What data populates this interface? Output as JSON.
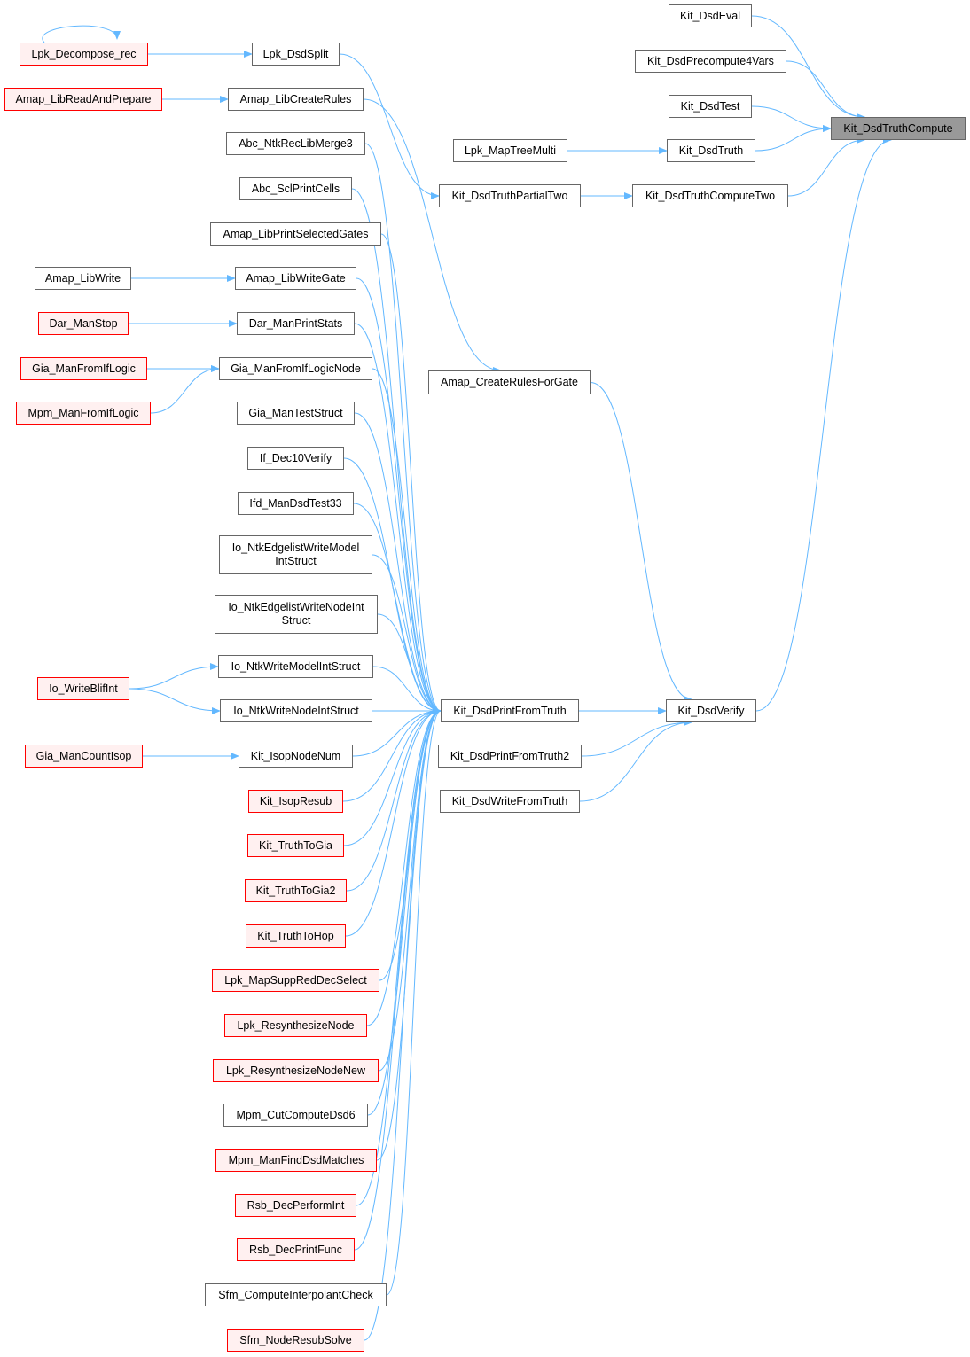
{
  "graph": {
    "title": "Kit_DsdTruthCompute",
    "edge_color": "#63b8ff",
    "nodes": [
      {
        "id": "Kit_DsdTruthCompute",
        "label": "Kit_DsdTruthCompute",
        "kind": "focus"
      },
      {
        "id": "Kit_DsdEval",
        "label": "Kit_DsdEval",
        "kind": "normal"
      },
      {
        "id": "Kit_DsdPrecompute4Vars",
        "label": "Kit_DsdPrecompute4Vars",
        "kind": "normal"
      },
      {
        "id": "Kit_DsdTest",
        "label": "Kit_DsdTest",
        "kind": "normal"
      },
      {
        "id": "Kit_DsdTruth",
        "label": "Kit_DsdTruth",
        "kind": "normal"
      },
      {
        "id": "Lpk_MapTreeMulti",
        "label": "Lpk_MapTreeMulti",
        "kind": "normal"
      },
      {
        "id": "Kit_DsdTruthComputeTwo",
        "label": "Kit_DsdTruthComputeTwo",
        "kind": "normal"
      },
      {
        "id": "Kit_DsdTruthPartialTwo",
        "label": "Kit_DsdTruthPartialTwo",
        "kind": "normal"
      },
      {
        "id": "Amap_CreateRulesForGate",
        "label": "Amap_CreateRulesForGate",
        "kind": "normal"
      },
      {
        "id": "Kit_DsdVerify",
        "label": "Kit_DsdVerify",
        "kind": "normal"
      },
      {
        "id": "Kit_DsdPrintFromTruth",
        "label": "Kit_DsdPrintFromTruth",
        "kind": "normal"
      },
      {
        "id": "Kit_DsdPrintFromTruth2",
        "label": "Kit_DsdPrintFromTruth2",
        "kind": "normal"
      },
      {
        "id": "Kit_DsdWriteFromTruth",
        "label": "Kit_DsdWriteFromTruth",
        "kind": "normal"
      },
      {
        "id": "Lpk_DsdSplit",
        "label": "Lpk_DsdSplit",
        "kind": "normal"
      },
      {
        "id": "Amap_LibCreateRules",
        "label": "Amap_LibCreateRules",
        "kind": "normal"
      },
      {
        "id": "Abc_NtkRecLibMerge3",
        "label": "Abc_NtkRecLibMerge3",
        "kind": "normal"
      },
      {
        "id": "Abc_SclPrintCells",
        "label": "Abc_SclPrintCells",
        "kind": "normal"
      },
      {
        "id": "Amap_LibPrintSelectedGates",
        "label": "Amap_LibPrintSelectedGates",
        "kind": "normal"
      },
      {
        "id": "Amap_LibWriteGate",
        "label": "Amap_LibWriteGate",
        "kind": "normal"
      },
      {
        "id": "Dar_ManPrintStats",
        "label": "Dar_ManPrintStats",
        "kind": "normal"
      },
      {
        "id": "Gia_ManFromIfLogicNode",
        "label": "Gia_ManFromIfLogicNode",
        "kind": "normal"
      },
      {
        "id": "Gia_ManTestStruct",
        "label": "Gia_ManTestStruct",
        "kind": "normal"
      },
      {
        "id": "If_Dec10Verify",
        "label": "If_Dec10Verify",
        "kind": "normal"
      },
      {
        "id": "Ifd_ManDsdTest33",
        "label": "Ifd_ManDsdTest33",
        "kind": "normal"
      },
      {
        "id": "Io_NtkEdgelistWriteModelIntStruct",
        "label": "Io_NtkEdgelistWriteModel\nIntStruct",
        "kind": "normal"
      },
      {
        "id": "Io_NtkEdgelistWriteNodeIntStruct",
        "label": "Io_NtkEdgelistWriteNodeInt\nStruct",
        "kind": "normal"
      },
      {
        "id": "Io_NtkWriteModelIntStruct",
        "label": "Io_NtkWriteModelIntStruct",
        "kind": "normal"
      },
      {
        "id": "Io_NtkWriteNodeIntStruct",
        "label": "Io_NtkWriteNodeIntStruct",
        "kind": "normal"
      },
      {
        "id": "Kit_IsopNodeNum",
        "label": "Kit_IsopNodeNum",
        "kind": "normal"
      },
      {
        "id": "Kit_IsopResub",
        "label": "Kit_IsopResub",
        "kind": "red"
      },
      {
        "id": "Kit_TruthToGia",
        "label": "Kit_TruthToGia",
        "kind": "red"
      },
      {
        "id": "Kit_TruthToGia2",
        "label": "Kit_TruthToGia2",
        "kind": "red"
      },
      {
        "id": "Kit_TruthToHop",
        "label": "Kit_TruthToHop",
        "kind": "red"
      },
      {
        "id": "Lpk_MapSuppRedDecSelect",
        "label": "Lpk_MapSuppRedDecSelect",
        "kind": "red"
      },
      {
        "id": "Lpk_ResynthesizeNode",
        "label": "Lpk_ResynthesizeNode",
        "kind": "red"
      },
      {
        "id": "Lpk_ResynthesizeNodeNew",
        "label": "Lpk_ResynthesizeNodeNew",
        "kind": "red"
      },
      {
        "id": "Mpm_CutComputeDsd6",
        "label": "Mpm_CutComputeDsd6",
        "kind": "normal"
      },
      {
        "id": "Mpm_ManFindDsdMatches",
        "label": "Mpm_ManFindDsdMatches",
        "kind": "red"
      },
      {
        "id": "Rsb_DecPerformInt",
        "label": "Rsb_DecPerformInt",
        "kind": "red"
      },
      {
        "id": "Rsb_DecPrintFunc",
        "label": "Rsb_DecPrintFunc",
        "kind": "red"
      },
      {
        "id": "Sfm_ComputeInterpolantCheck",
        "label": "Sfm_ComputeInterpolantCheck",
        "kind": "normal"
      },
      {
        "id": "Sfm_NodeResubSolve",
        "label": "Sfm_NodeResubSolve",
        "kind": "red"
      },
      {
        "id": "Lpk_Decompose_rec",
        "label": "Lpk_Decompose_rec",
        "kind": "red"
      },
      {
        "id": "Amap_LibReadAndPrepare",
        "label": "Amap_LibReadAndPrepare",
        "kind": "red"
      },
      {
        "id": "Amap_LibWrite",
        "label": "Amap_LibWrite",
        "kind": "normal"
      },
      {
        "id": "Dar_ManStop",
        "label": "Dar_ManStop",
        "kind": "red"
      },
      {
        "id": "Gia_ManFromIfLogic",
        "label": "Gia_ManFromIfLogic",
        "kind": "red"
      },
      {
        "id": "Mpm_ManFromIfLogic",
        "label": "Mpm_ManFromIfLogic",
        "kind": "red"
      },
      {
        "id": "Io_WriteBlifInt",
        "label": "Io_WriteBlifInt",
        "kind": "red"
      },
      {
        "id": "Gia_ManCountIsop",
        "label": "Gia_ManCountIsop",
        "kind": "red"
      }
    ],
    "edges": [
      [
        "Kit_DsdEval",
        "Kit_DsdTruthCompute"
      ],
      [
        "Kit_DsdPrecompute4Vars",
        "Kit_DsdTruthCompute"
      ],
      [
        "Kit_DsdTest",
        "Kit_DsdTruthCompute"
      ],
      [
        "Kit_DsdTruth",
        "Kit_DsdTruthCompute"
      ],
      [
        "Kit_DsdTruthComputeTwo",
        "Kit_DsdTruthCompute"
      ],
      [
        "Kit_DsdVerify",
        "Kit_DsdTruthCompute"
      ],
      [
        "Lpk_MapTreeMulti",
        "Kit_DsdTruth"
      ],
      [
        "Kit_DsdTruthPartialTwo",
        "Kit_DsdTruthComputeTwo"
      ],
      [
        "Lpk_DsdSplit",
        "Kit_DsdTruthPartialTwo"
      ],
      [
        "Amap_LibCreateRules",
        "Amap_CreateRulesForGate"
      ],
      [
        "Amap_CreateRulesForGate",
        "Kit_DsdVerify"
      ],
      [
        "Kit_DsdPrintFromTruth",
        "Kit_DsdVerify"
      ],
      [
        "Kit_DsdPrintFromTruth2",
        "Kit_DsdVerify"
      ],
      [
        "Kit_DsdWriteFromTruth",
        "Kit_DsdVerify"
      ],
      [
        "Lpk_Decompose_rec",
        "Lpk_DsdSplit"
      ],
      [
        "Lpk_Decompose_rec",
        "Lpk_Decompose_rec"
      ],
      [
        "Amap_LibReadAndPrepare",
        "Amap_LibCreateRules"
      ],
      [
        "Amap_LibWrite",
        "Amap_LibWriteGate"
      ],
      [
        "Dar_ManStop",
        "Dar_ManPrintStats"
      ],
      [
        "Gia_ManFromIfLogic",
        "Gia_ManFromIfLogicNode"
      ],
      [
        "Mpm_ManFromIfLogic",
        "Gia_ManFromIfLogicNode"
      ],
      [
        "Io_WriteBlifInt",
        "Io_NtkWriteModelIntStruct"
      ],
      [
        "Io_WriteBlifInt",
        "Io_NtkWriteNodeIntStruct"
      ],
      [
        "Gia_ManCountIsop",
        "Kit_IsopNodeNum"
      ],
      [
        "Abc_NtkRecLibMerge3",
        "Kit_DsdPrintFromTruth"
      ],
      [
        "Abc_SclPrintCells",
        "Kit_DsdPrintFromTruth"
      ],
      [
        "Amap_LibPrintSelectedGates",
        "Kit_DsdPrintFromTruth"
      ],
      [
        "Amap_LibWriteGate",
        "Kit_DsdPrintFromTruth"
      ],
      [
        "Dar_ManPrintStats",
        "Kit_DsdPrintFromTruth"
      ],
      [
        "Gia_ManFromIfLogicNode",
        "Kit_DsdPrintFromTruth"
      ],
      [
        "Gia_ManTestStruct",
        "Kit_DsdPrintFromTruth"
      ],
      [
        "If_Dec10Verify",
        "Kit_DsdPrintFromTruth"
      ],
      [
        "Ifd_ManDsdTest33",
        "Kit_DsdPrintFromTruth"
      ],
      [
        "Io_NtkEdgelistWriteModelIntStruct",
        "Kit_DsdPrintFromTruth"
      ],
      [
        "Io_NtkEdgelistWriteNodeIntStruct",
        "Kit_DsdPrintFromTruth"
      ],
      [
        "Io_NtkWriteModelIntStruct",
        "Kit_DsdPrintFromTruth"
      ],
      [
        "Io_NtkWriteNodeIntStruct",
        "Kit_DsdPrintFromTruth"
      ],
      [
        "Kit_IsopNodeNum",
        "Kit_DsdPrintFromTruth"
      ],
      [
        "Kit_IsopResub",
        "Kit_DsdPrintFromTruth"
      ],
      [
        "Kit_TruthToGia",
        "Kit_DsdPrintFromTruth"
      ],
      [
        "Kit_TruthToGia2",
        "Kit_DsdPrintFromTruth"
      ],
      [
        "Kit_TruthToHop",
        "Kit_DsdPrintFromTruth"
      ],
      [
        "Lpk_MapSuppRedDecSelect",
        "Kit_DsdPrintFromTruth"
      ],
      [
        "Lpk_ResynthesizeNode",
        "Kit_DsdPrintFromTruth"
      ],
      [
        "Lpk_ResynthesizeNodeNew",
        "Kit_DsdPrintFromTruth"
      ],
      [
        "Mpm_CutComputeDsd6",
        "Kit_DsdPrintFromTruth"
      ],
      [
        "Mpm_ManFindDsdMatches",
        "Kit_DsdPrintFromTruth"
      ],
      [
        "Rsb_DecPerformInt",
        "Kit_DsdPrintFromTruth"
      ],
      [
        "Rsb_DecPrintFunc",
        "Kit_DsdPrintFromTruth"
      ],
      [
        "Sfm_ComputeInterpolantCheck",
        "Kit_DsdPrintFromTruth"
      ],
      [
        "Sfm_NodeResubSolve",
        "Kit_DsdPrintFromTruth"
      ]
    ]
  }
}
